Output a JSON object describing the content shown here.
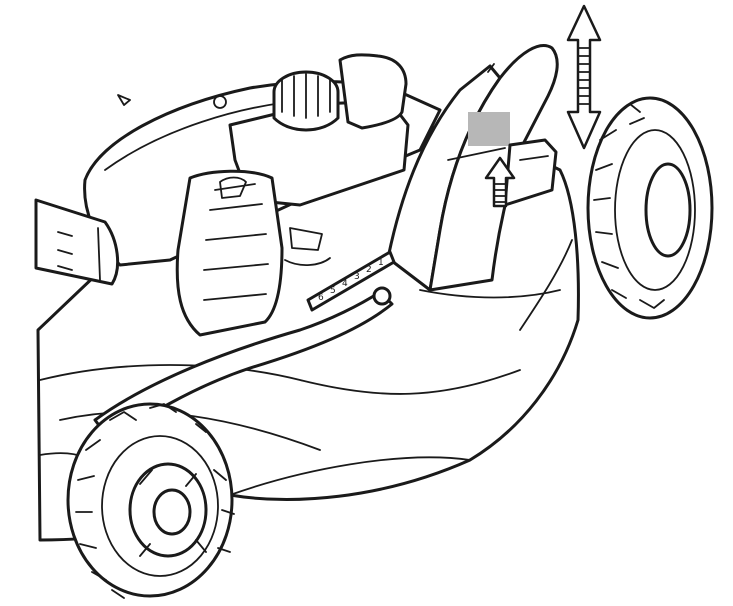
{
  "figure": {
    "height_scale_labels": [
      "6",
      "5",
      "4",
      "3",
      "2",
      "1"
    ],
    "colors": {
      "line": "#1a1a1a",
      "background": "#ffffff",
      "highlight": "#b7b7b7"
    },
    "icons": [
      "double-arrow-icon",
      "up-arrow-icon"
    ]
  }
}
